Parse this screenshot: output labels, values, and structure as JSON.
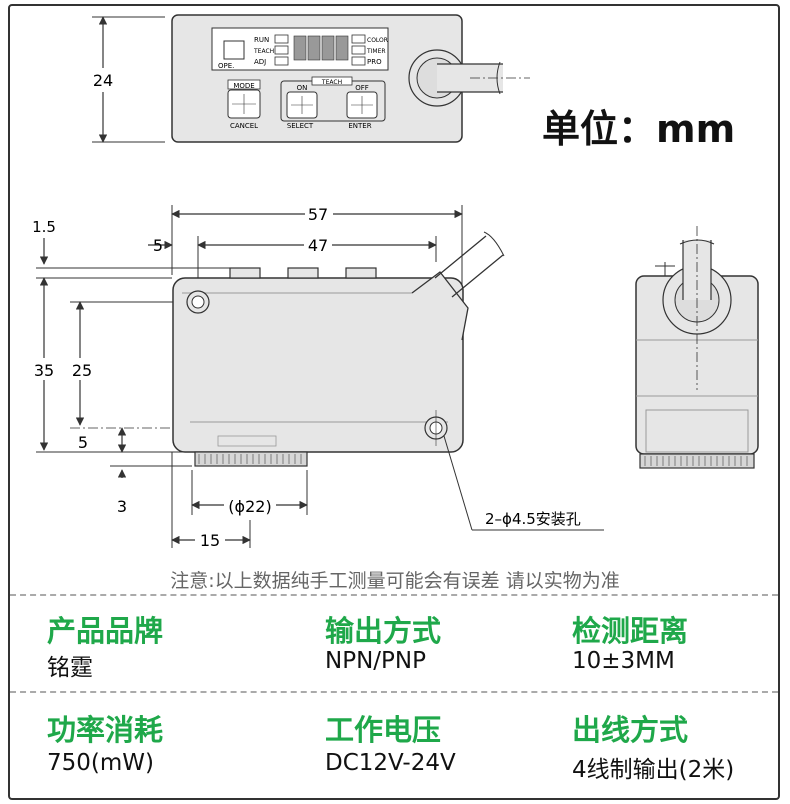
{
  "unit_label": "单位：mm",
  "top_view": {
    "height_dim": "24",
    "display_labels": {
      "ope": "OPE.",
      "run": "RUN",
      "teach": "TEACH",
      "adj": "ADJ",
      "color": "COLOR",
      "timer": "TIMER",
      "pro": "PRO"
    },
    "buttons": {
      "mode": "MODE",
      "cancel": "CANCEL",
      "teach_group": "TEACH",
      "on": "ON",
      "select": "SELECT",
      "off": "OFF",
      "enter": "ENTER"
    }
  },
  "front_view": {
    "dim_total_width": "57",
    "dim_inner_width": "47",
    "dim_left_offset": "5",
    "dim_top_offset": "1.5",
    "dim_height": "35",
    "dim_hole_spacing": "25",
    "dim_bottom_hole": "5",
    "dim_base": "3",
    "dim_lens": "(ϕ22)",
    "dim_lens_offset": "15",
    "mount_hole_callout": "2–ϕ4.5安装孔"
  },
  "note": "注意:以上数据纯手工测量可能会有误差 请以实物为准",
  "specs": [
    {
      "label": "产品品牌",
      "value": "铭霆"
    },
    {
      "label": "输出方式",
      "value": "NPN/PNP"
    },
    {
      "label": "检测距离",
      "value": "10±3MM"
    },
    {
      "label": "功率消耗",
      "value": "750(mW)"
    },
    {
      "label": "工作电压",
      "value": "DC12V-24V"
    },
    {
      "label": "出线方式",
      "value": "4线制输出(2米)"
    }
  ],
  "colors": {
    "spec_label": "#1fa84a",
    "device_fill": "#e6e6e6",
    "line": "#333333"
  }
}
